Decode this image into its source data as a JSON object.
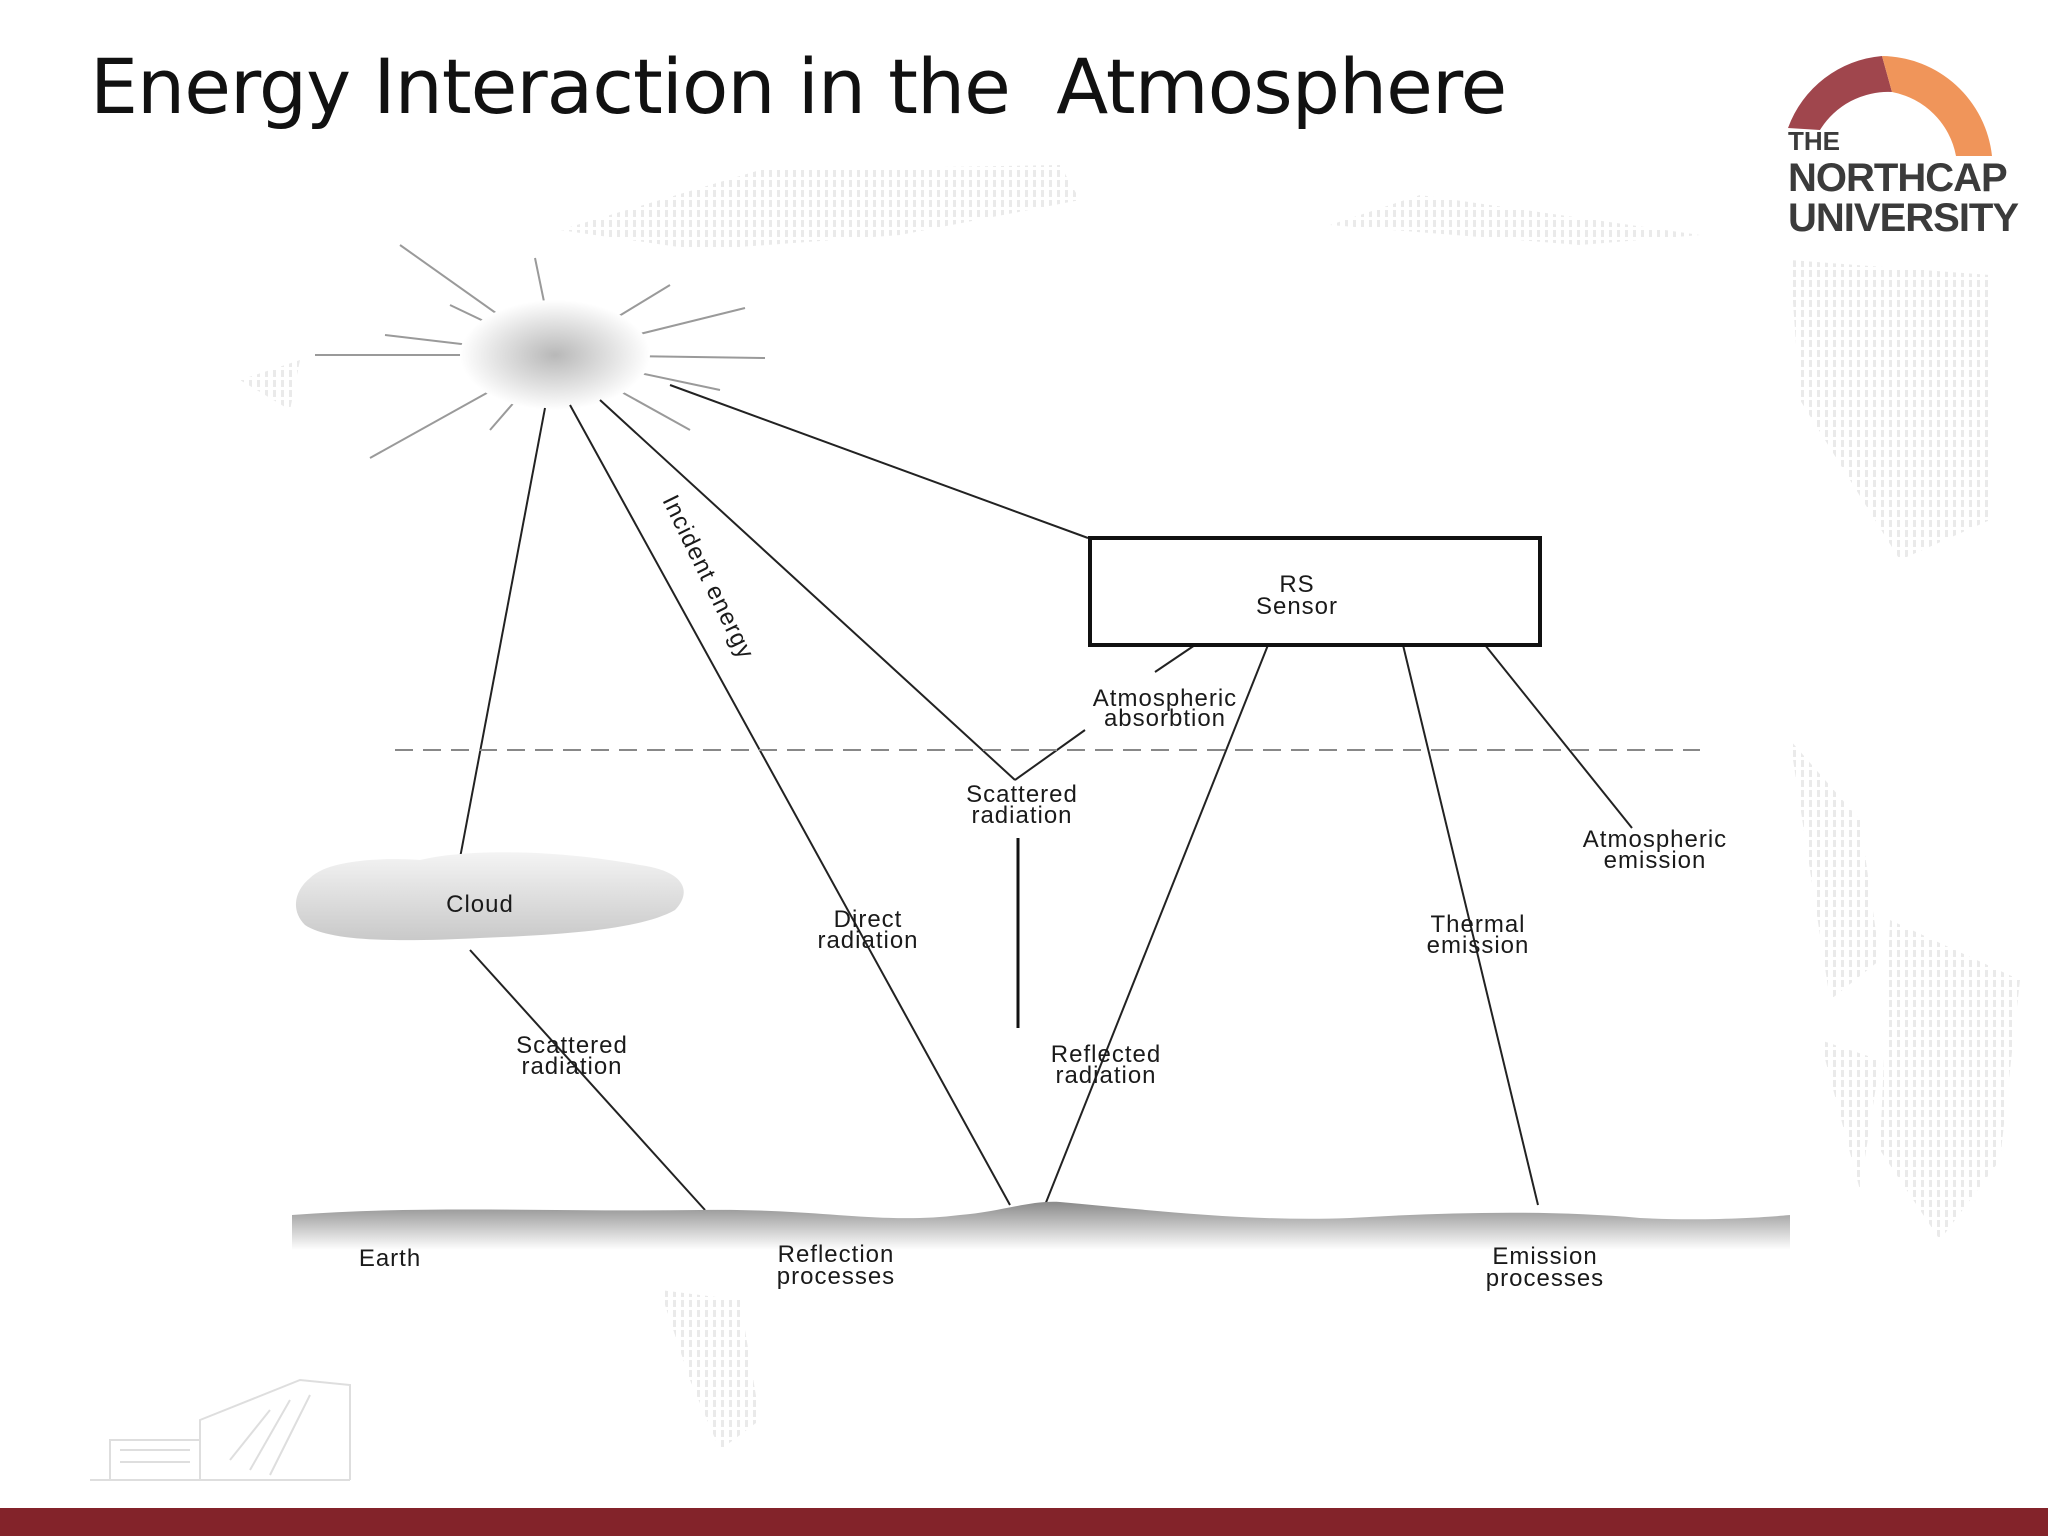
{
  "slide": {
    "title": "Energy Interaction in the  Atmosphere"
  },
  "logo": {
    "line1": "THE",
    "line2": "NORTHCAP",
    "line3": "UNIVERSITY",
    "arc_colors": [
      "#a0464d",
      "#f0955a"
    ]
  },
  "diagram": {
    "labels": {
      "incident_energy": "Incident energy",
      "sensor_line1": "RS",
      "sensor_line2": "Sensor",
      "atm_absorption_line1": "Atmospheric",
      "atm_absorption_line2": "absorbtion",
      "scattered_top_line1": "Scattered",
      "scattered_top_line2": "radiation",
      "atm_emission_line1": "Atmospheric",
      "atm_emission_line2": "emission",
      "cloud": "Cloud",
      "direct_line1": "Direct",
      "direct_line2": "radiation",
      "thermal_line1": "Thermal",
      "thermal_line2": "emission",
      "scattered_bottom_line1": "Scattered",
      "scattered_bottom_line2": "radiation",
      "reflected_line1": "Reflected",
      "reflected_line2": "radiation",
      "earth": "Earth",
      "reflection_line1": "Reflection",
      "reflection_line2": "processes",
      "emission_line1": "Emission",
      "emission_line2": "processes"
    }
  },
  "footer": {
    "bar_color": "#83232a"
  }
}
